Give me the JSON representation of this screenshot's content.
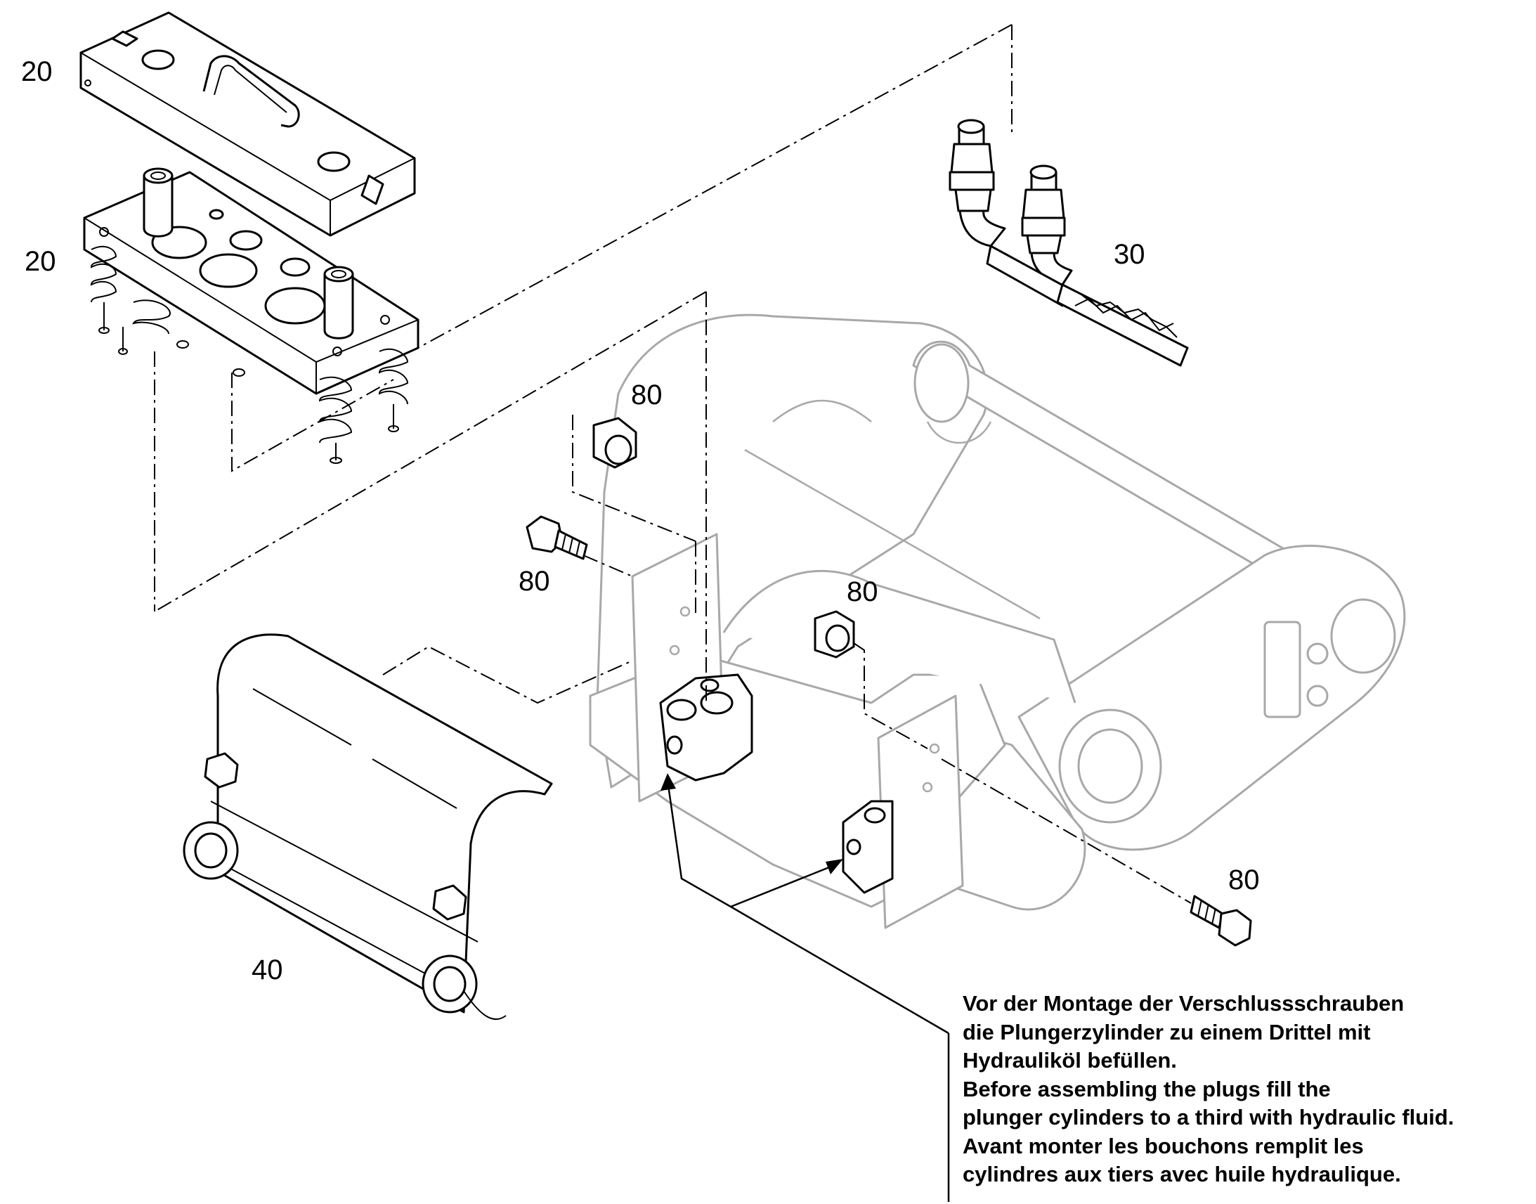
{
  "callouts": {
    "top_plate": "20",
    "plunger_block": "20",
    "hose_assembly": "30",
    "nut_upper": "80",
    "bolt_left": "80",
    "nut_center": "80",
    "bolt_right": "80",
    "cover": "40"
  },
  "note": {
    "de_line1": "Vor der Montage der Verschlussschrauben",
    "de_line2": "die Plungerzylinder zu einem Drittel mit",
    "de_line3": "Hydrauliköl befüllen.",
    "en_line1": "Before assembling the plugs fill the",
    "en_line2": "plunger cylinders to a third with hydraulic fluid.",
    "fr_line1": "Avant monter les bouchons remplit les",
    "fr_line2": "cylindres aux tiers avec huile hydraulique."
  },
  "colors": {
    "line_art": "#000000",
    "ghost_frame": "#a8a8a8",
    "background": "#ffffff"
  }
}
